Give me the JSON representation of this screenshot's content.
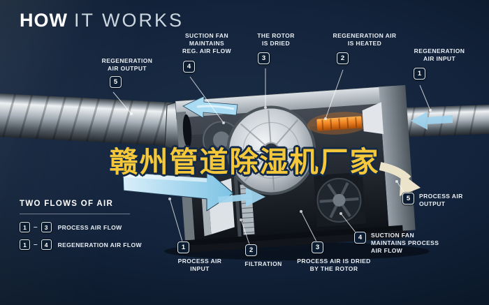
{
  "header": {
    "title_bold": "HOW",
    "title_light": "IT WORKS"
  },
  "watermark": {
    "text": "赣州管道除湿机厂家"
  },
  "callouts": [
    {
      "key": "regeneration-air-output",
      "badge": "5",
      "label": "REGENERATION\nAIR OUTPUT"
    },
    {
      "key": "suction-fan-reg",
      "badge": "4",
      "label": "SUCTION FAN\nMAINTAINS\nREG. AIR FLOW"
    },
    {
      "key": "rotor-is-dried",
      "badge": "3",
      "label": "THE ROTOR\nIS DRIED"
    },
    {
      "key": "regeneration-air-heated",
      "badge": "2",
      "label": "REGENERATION AIR\nIS HEATED"
    },
    {
      "key": "regeneration-air-input",
      "badge": "1",
      "label": "REGENERATION\nAIR INPUT"
    },
    {
      "key": "process-air-output",
      "badge": "5",
      "label": "PROCESS AIR\nOUTPUT"
    },
    {
      "key": "suction-fan-process",
      "badge": "4",
      "label": "SUCTION FAN\nMAINTAINS PROCESS\nAIR FLOW"
    },
    {
      "key": "process-air-input",
      "badge": "1",
      "label": "PROCESS AIR\nINPUT"
    },
    {
      "key": "filtration",
      "badge": "2",
      "label": "FILTRATION"
    },
    {
      "key": "process-air-dried",
      "badge": "3",
      "label": "PROCESS AIR IS DRIED\nBY THE ROTOR"
    }
  ],
  "legend": {
    "heading": "TWO FLOWS OF AIR",
    "dash": "–",
    "rows": [
      {
        "start": "1",
        "end": "3",
        "label": "PROCESS AIR FLOW"
      },
      {
        "start": "1",
        "end": "4",
        "label": "REGENERATION AIR FLOW"
      }
    ]
  },
  "colors": {
    "background_navy": "#0c1a2c",
    "flow_blue": "#8ccbe9",
    "heater_orange": "#ef7d1a",
    "watermark_yellow": "#f4c83a",
    "process_out_cream": "#ece3cb"
  }
}
